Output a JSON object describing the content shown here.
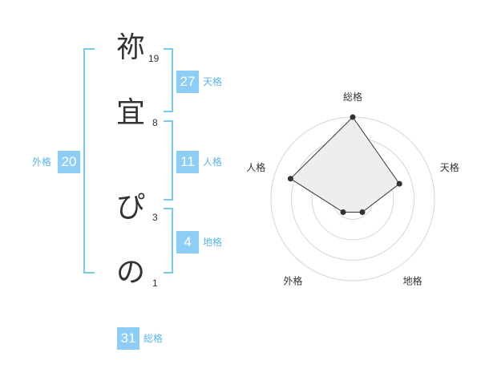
{
  "name_chars": [
    "祢",
    "宜",
    "ぴ",
    "の"
  ],
  "stroke_counts": [
    "19",
    "8",
    "3",
    "1"
  ],
  "fortunes": {
    "tenkaku": {
      "value": "27",
      "label": "天格"
    },
    "jinkaku": {
      "value": "11",
      "label": "人格"
    },
    "chikaku": {
      "value": "4",
      "label": "地格"
    },
    "gaikaku": {
      "value": "20",
      "label": "外格"
    },
    "soukaku": {
      "value": "31",
      "label": "総格"
    }
  },
  "colors": {
    "box": "#8ccef5",
    "bracket": "#7cc7f0",
    "label": "#58b4ea"
  },
  "chart_data": {
    "type": "radar",
    "axes": [
      "総格",
      "天格",
      "地格",
      "外格",
      "人格"
    ],
    "values": [
      5,
      3,
      1,
      1,
      4
    ],
    "max": 5,
    "rings": 4
  }
}
